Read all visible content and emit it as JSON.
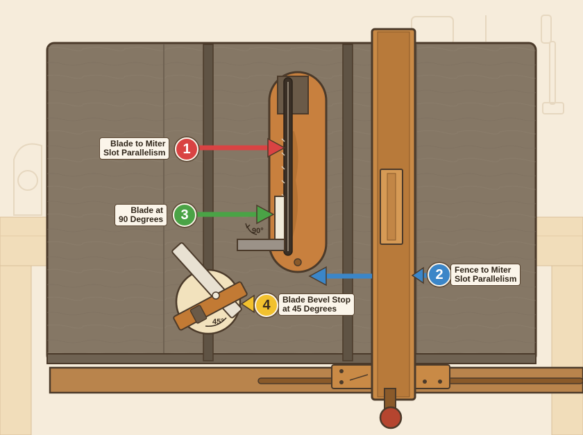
{
  "callouts": [
    {
      "number": "1",
      "line1": "Blade to Miter",
      "line2": "Slot Parallelism",
      "color": "#d94343"
    },
    {
      "number": "2",
      "line1": "Fence to Miter",
      "line2": "Slot Parallelism",
      "color": "#3b86c8"
    },
    {
      "number": "3",
      "line1": "Blade at",
      "line2": "90 Degrees",
      "color": "#4aa346"
    },
    {
      "number": "4",
      "line1": "Blade Bevel Stop",
      "line2": "at 45 Degrees",
      "color": "#f2c12e"
    }
  ],
  "angles": {
    "square": "90°",
    "bevel": "45°"
  },
  "colors": {
    "background": "#f6ecdb",
    "table_top": "#857765",
    "table_edge": "#6f6252",
    "fence": "#c98a46",
    "throat_plate": "#c8803e",
    "rail": "#b9844c",
    "knob": "#b5452f",
    "outline": "#4b3a2a"
  }
}
